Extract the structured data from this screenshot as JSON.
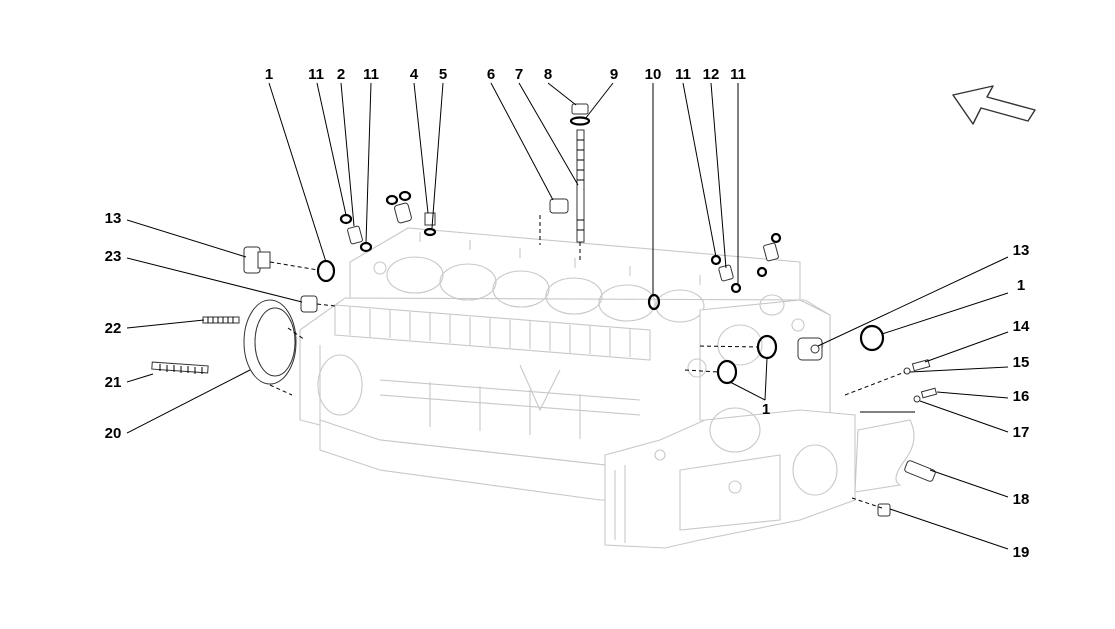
{
  "diagram": {
    "callouts": [
      "1",
      "11",
      "2",
      "11",
      "4",
      "5",
      "6",
      "7",
      "8",
      "9",
      "10",
      "11",
      "12",
      "11",
      "13",
      "23",
      "22",
      "21",
      "20",
      "13",
      "1",
      "14",
      "15",
      "16",
      "17",
      "18",
      "19",
      "1"
    ]
  },
  "icons": {
    "direction_arrow": "arrow-up-left-icon"
  }
}
